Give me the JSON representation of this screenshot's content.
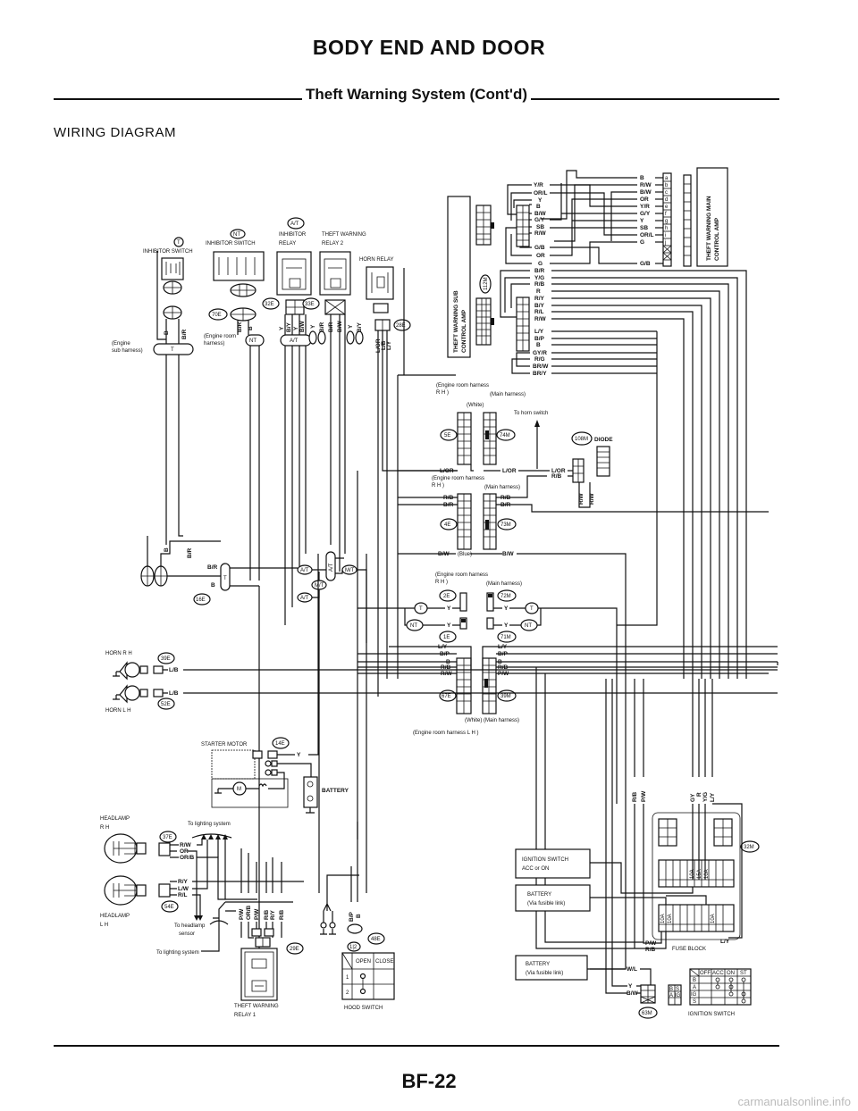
{
  "header": {
    "section_title": "BODY END AND DOOR",
    "subtitle": "Theft Warning System (Cont'd)",
    "diagram_label": "WIRING DIAGRAM",
    "page_number": "BF-22",
    "watermark": "carmanualsonline.info"
  },
  "components": {
    "inhibitor_switch_t": "INHIBITOR SWITCH",
    "inhibitor_switch_nt": "INHIBITOR SWITCH",
    "inhibitor_relay_1": "INHIBITOR",
    "inhibitor_relay_2": "RELAY",
    "tw_relay2_1": "THEFT WARNING",
    "tw_relay2_2": "RELAY 2",
    "horn_relay": "HORN RELAY",
    "sub_amp": "THEFT WARNING SUB",
    "sub_amp_2": "CONTROL AMP",
    "main_amp": "THEFT WARNING MAIN",
    "main_amp_2": "CONTROL AMP",
    "diode": "DIODE",
    "horn_rh": "HORN R H",
    "horn_lh": "HORN L H",
    "starter_motor": "STARTER MOTOR",
    "battery": "BATTERY",
    "headlamp_rh_1": "HEADLAMP",
    "headlamp_rh_2": "R H",
    "headlamp_lh_1": "HEADLAMP",
    "headlamp_lh_2": "L H",
    "tw_relay1_1": "THEFT WARNING",
    "tw_relay1_2": "RELAY 1",
    "hood_switch": "HOOD SWITCH",
    "fuse_block": "FUSE BLOCK",
    "ignition_switch": "IGNITION SWITCH",
    "ign_acc_on_1": "IGNITION SWITCH",
    "ign_acc_on_2": "ACC or ON",
    "batt_fl_1": "BATTERY",
    "batt_fl_2": "(Via fusible link)",
    "batt_fl2_1": "BATTERY",
    "batt_fl2_2": "(Via fusible link)"
  },
  "notes": {
    "engine_sub_harness_1": "(Engine",
    "engine_sub_harness_2": "sub harness)",
    "engine_room_harness_1": "(Engine room",
    "engine_room_harness_2": "harness)",
    "erh_rh_1a": "(Engine room harness",
    "erh_rh_1b": "R H )",
    "main_harness_1": "(Main harness)",
    "white_1": "(White)",
    "to_horn_switch": "To horn switch",
    "erh_rh_2a": "(Engine room harness",
    "erh_rh_2b": "R H )",
    "main_harness_2": "(Main harness)",
    "blue": "(Blue)",
    "erh_rh_3a": "(Engine room harness",
    "erh_rh_3b": "R H )",
    "main_harness_3": "(Main harness)",
    "white_main": "(White) (Main harness)",
    "erh_lh": "(Engine room harness L H )",
    "to_lighting_1": "To lighting system",
    "to_lighting_2": "To lighting system",
    "to_headlamp_sensor_1": "To headlamp",
    "to_headlamp_sensor_2": "sensor"
  },
  "connectors": {
    "t": "T",
    "nt": "NT",
    "at": "A/T",
    "c32e": "32E",
    "c33e": "33E",
    "c70e": "70E",
    "c28e": "28E",
    "c112m": "112M",
    "c5e": "5E",
    "c74m": "74M",
    "c108m": "108M",
    "c4e": "4E",
    "c73m": "73M",
    "c2e": "2E",
    "c72m": "72M",
    "c1e": "1E",
    "c71m": "71M",
    "c67e": "67E",
    "c39m": "39M",
    "c39e": "39E",
    "c52e": "52E",
    "c14e": "14E",
    "c16e": "16E",
    "c37e": "37E",
    "c54e": "54E",
    "c29e": "29E",
    "c48e": "48E",
    "c32m": "32M",
    "c63m": "63M",
    "plug_t": "T",
    "plug_nt": "NT",
    "plug_at": "A/T",
    "plug_t2": "T",
    "plug_at2": "A/T",
    "y_t_l": "T",
    "y_nt_l": "NT",
    "y_t_r": "T",
    "y_nt_r": "NT",
    "at_s1": "A/T",
    "at_s2": "A/T",
    "mt_s1": "M/T",
    "mt_s2": "M/T",
    "at_s3": "A/T",
    "at_s4": "A/T",
    "mt_s3": "M/T",
    "at_s5": "A/T",
    "hood_plug": "1|2"
  },
  "wires": {
    "main_amp_pins": [
      "B",
      "R/W",
      "B/W",
      "OR",
      "Y/R",
      "G/Y",
      "Y",
      "SB",
      "OR/L",
      "G",
      "G/B"
    ],
    "main_amp_pin_letters": [
      "a",
      "b",
      "c",
      "d",
      "e",
      "f",
      "g",
      "h",
      "i",
      "j"
    ],
    "sub_amp_upper": [
      "Y/R",
      "OR/L",
      "Y",
      "B",
      "B/W",
      "G/Y",
      "SB",
      "R/W",
      "G/B",
      "OR",
      "G"
    ],
    "sub_amp_lower": [
      "B/R",
      "Y/G",
      "R/B",
      "R",
      "R/Y",
      "B/Y",
      "R/L",
      "R/W",
      "L/Y",
      "B/P",
      "B",
      "GY/R",
      "R/G",
      "BR/W",
      "BR/Y"
    ],
    "inhibitor_t": [
      "B",
      "B/R"
    ],
    "inhibitor_nt": [
      "B/R",
      "B"
    ],
    "relay_at": [
      "Y",
      "B/Y",
      "Y",
      "B/W",
      "Y",
      "B/R"
    ],
    "relay_2": [
      "B/R",
      "B/W",
      "Y",
      "B/Y"
    ],
    "horn_relay": [
      "L/OR",
      "L/B",
      "L/Y"
    ],
    "mid_lor": [
      "L/OR",
      "L/OR",
      "L/OR"
    ],
    "mid_rb": [
      "R/B",
      "R/B",
      "R/B"
    ],
    "mid_br": [
      "B/R",
      "B/R"
    ],
    "diode_rw": [
      "R/W",
      "R/W"
    ],
    "mid_bw": [
      "B/W",
      "B/W"
    ],
    "mid_y": [
      "Y",
      "Y",
      "Y",
      "Y"
    ],
    "lh_left": [
      "L/Y",
      "B/P",
      "B",
      "R/B",
      "R/W"
    ],
    "lh_right": [
      "L/Y",
      "B/P",
      "B",
      "R/B",
      "P/W"
    ],
    "horn": [
      "L/B",
      "L/B"
    ],
    "starter_y": "Y",
    "t16e": [
      "B",
      "B/R",
      "B/R",
      "B"
    ],
    "headlamp_rh": [
      "R/W",
      "OR",
      "OR/B"
    ],
    "headlamp_lh": [
      "R/Y",
      "L/W",
      "R/L"
    ],
    "relay1": [
      "P/W",
      "OR/B",
      "P/W",
      "R/B",
      "R/Y",
      "R/B"
    ],
    "hood": [
      "B/P",
      "B"
    ],
    "fuse_top_left": [
      "R/B",
      "P/W"
    ],
    "fuse_top_right": [
      "GY",
      "R",
      "Y/G",
      "L/Y"
    ],
    "fuse_bottom": [
      "P/W",
      "R/B",
      "L/Y"
    ],
    "ign": [
      "W/L",
      "Y",
      "B/W"
    ]
  },
  "fuses": {
    "upper": [
      "10A",
      "15A",
      "10A"
    ],
    "lower_left": [
      "10A",
      "10A"
    ],
    "lower_right": "10A"
  },
  "hood_table": {
    "headers": [
      "OPEN",
      "CLOSE"
    ],
    "rows": [
      "1",
      "2"
    ]
  },
  "ignition_table": {
    "headers": [
      "OFF",
      "ACC",
      "ON",
      "ST"
    ],
    "rows": [
      "B",
      "A",
      "IG",
      "S"
    ]
  },
  "ign_key": [
    "B",
    "S",
    "A",
    "IG"
  ]
}
